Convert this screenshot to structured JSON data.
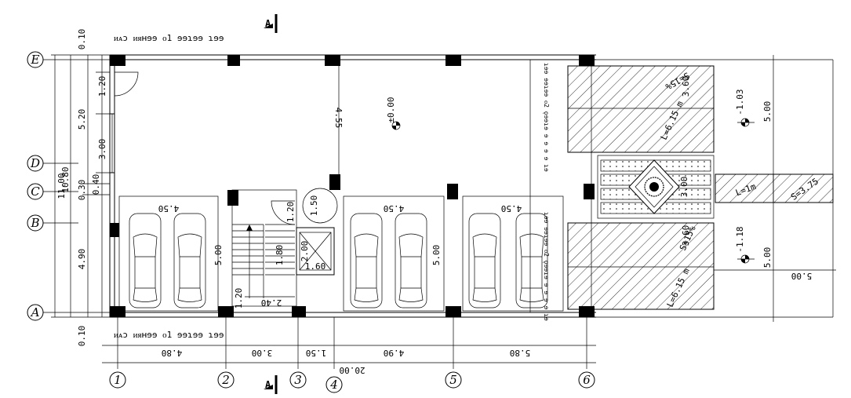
{
  "grid_axes": {
    "rows": [
      "E",
      "D",
      "C",
      "B",
      "A"
    ],
    "cols": [
      "1",
      "2",
      "3",
      "4",
      "5",
      "6"
    ]
  },
  "dims_left": {
    "top_offset": "0.10",
    "bottom_offset": "0.10",
    "total_outer": "11.00",
    "total_inner": "10.80",
    "seg_e_d": "5.20",
    "seg_c": "0.30",
    "seg_a_b": "4.90",
    "door": "1.20",
    "window": "3.00",
    "small": "0.40"
  },
  "dims_bottom": {
    "bay1": "4.80",
    "bay2": "3.00",
    "bay3": "1.50",
    "bay4": "4.90",
    "bay5": "5.80",
    "total": "20.00"
  },
  "mirrored_text": {
    "top": "ᴎᴀɔ ᴎᴙʜɘɘ ᴏ1 ɘɘɿɘɘ ɿɘɘ",
    "bottom": "ᴎᴀɔ ᴎᴙʜɘɘ ᴏ1 ɘɘɿɘɘ ɿɘɘ",
    "vert_top": "ɿɘɘ ɘɘɿɘɘ ᴏ2 ǫɘɘɿɘ ɘ ɘ ɘ ɘ ɿɘ",
    "vert_bottom": "ɿɘɘ ɘɘɿɘɘ ᴏ2 ǫɘɘɿɘ ɘ ɘ ɘ ɘ ɿɘ"
  },
  "rooms": {
    "parking_depth": "5.00",
    "bay_width_a": "4.50",
    "bay_width_b": "4.50",
    "bay_width_c": "4.50",
    "hall_depth": "4.55",
    "stair_run": "2.40",
    "stair_w": "1.20",
    "landing": "1.80",
    "lift_w": "1.60",
    "lift_d": "2.00",
    "lift_top": "1.20",
    "circle_dim": "1.50",
    "level_main": "±0.00"
  },
  "ramp": {
    "slope_top": "S=15%",
    "length_top": "L=6.15 m",
    "slope_bottom": "S=15%",
    "length_bottom": "L=6.15 m",
    "side_a": "3.60",
    "side_b": "3.60",
    "garden": "3.00",
    "level_top": "-1.03",
    "level_bottom": "-1.18",
    "right_top": "5.00",
    "right_bottom": "5.00",
    "right_bottom_rot": "5.00",
    "road_a": "L=1m",
    "road_b": "S=3.75"
  },
  "section_marker": "A"
}
